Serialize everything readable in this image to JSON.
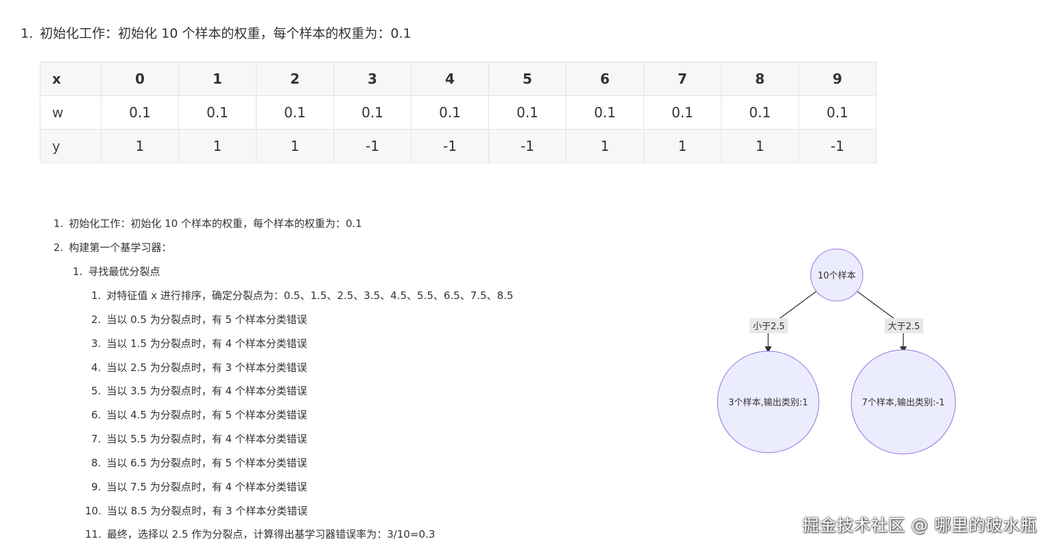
{
  "heading": {
    "number": "1.",
    "text": "初始化工作：初始化 10 个样本的权重，每个样本的权重为：0.1"
  },
  "table": {
    "header_label": "x",
    "columns": [
      "0",
      "1",
      "2",
      "3",
      "4",
      "5",
      "6",
      "7",
      "8",
      "9"
    ],
    "rows": [
      {
        "label": "w",
        "values": [
          "0.1",
          "0.1",
          "0.1",
          "0.1",
          "0.1",
          "0.1",
          "0.1",
          "0.1",
          "0.1",
          "0.1"
        ]
      },
      {
        "label": "y",
        "values": [
          "1",
          "1",
          "1",
          "-1",
          "-1",
          "-1",
          "1",
          "1",
          "1",
          "-1"
        ]
      }
    ]
  },
  "steps": [
    {
      "num": "1.",
      "text": "初始化工作：初始化 10 个样本的权重，每个样本的权重为：0.1",
      "level": 1
    },
    {
      "num": "2.",
      "text": "构建第一个基学习器：",
      "level": 1
    },
    {
      "num": "1.",
      "text": "寻找最优分裂点",
      "level": 2
    },
    {
      "num": "1.",
      "text": "对特征值 x 进行排序，确定分裂点为：0.5、1.5、2.5、3.5、4.5、5.5、6.5、7.5、8.5",
      "level": 3
    },
    {
      "num": "2.",
      "text": "当以 0.5 为分裂点时，有 5 个样本分类错误",
      "level": 3
    },
    {
      "num": "3.",
      "text": "当以 1.5 为分裂点时，有 4 个样本分类错误",
      "level": 3
    },
    {
      "num": "4.",
      "text": "当以 2.5 为分裂点时，有 3 个样本分类错误",
      "level": 3
    },
    {
      "num": "5.",
      "text": "当以 3.5 为分裂点时，有 4 个样本分类错误",
      "level": 3
    },
    {
      "num": "6.",
      "text": "当以 4.5 为分裂点时，有 5 个样本分类错误",
      "level": 3
    },
    {
      "num": "7.",
      "text": "当以 5.5 为分裂点时，有 4 个样本分类错误",
      "level": 3
    },
    {
      "num": "8.",
      "text": "当以 6.5 为分裂点时，有 5 个样本分类错误",
      "level": 3
    },
    {
      "num": "9.",
      "text": "当以 7.5 为分裂点时，有 4 个样本分类错误",
      "level": 3
    },
    {
      "num": "10.",
      "text": "当以 8.5 为分裂点时，有 3 个样本分类错误",
      "level": 3
    },
    {
      "num": "11.",
      "text": "最终，选择以 2.5 作为分裂点，计算得出基学习器错误率为：3/10=0.3",
      "level": 3
    }
  ],
  "tree": {
    "root": "10个样本",
    "left_edge": "小于2.5",
    "right_edge": "大于2.5",
    "left_leaf": "3个样本,输出类别:1",
    "right_leaf": "7个样本,输出类别:-1",
    "node_fill": "#ececff",
    "node_stroke": "#9370db"
  },
  "watermark": "掘金技术社区 @ 哪里的破水瓶"
}
